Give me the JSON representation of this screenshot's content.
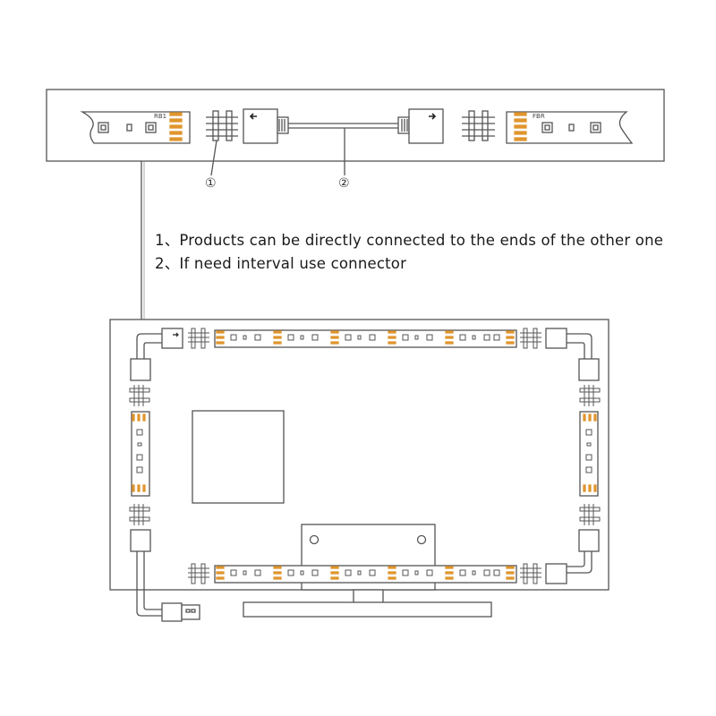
{
  "callouts": {
    "one": "①",
    "two": "②"
  },
  "notes": [
    "1、Products can be directly connected to the ends of the other one",
    "2、If need interval use connector"
  ],
  "strip_marks": {
    "left_end": "RB1",
    "right_end": "FBR"
  },
  "colors": {
    "line": "#555555",
    "pad": "#e0962e",
    "fill": "#ffffff",
    "connector_fill": "#f4f4f4"
  },
  "icons": [
    "arrow-left-icon",
    "arrow-right-icon",
    "usb-plug-icon"
  ]
}
